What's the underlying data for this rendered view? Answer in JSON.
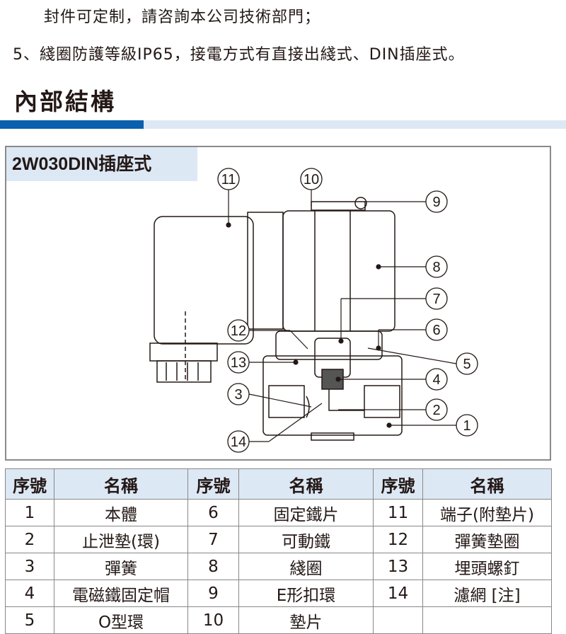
{
  "text": {
    "line1": "封件可定制，請咨詢本公司技術部門；",
    "line2": "5、綫圈防護等級IP65，接電方式有直接出綫式、DIN插座式。"
  },
  "section_title": "內部結構",
  "diagram": {
    "label": "2W030DIN插座式",
    "callouts": [
      "1",
      "2",
      "3",
      "4",
      "5",
      "6",
      "7",
      "8",
      "9",
      "10",
      "11",
      "12",
      "13",
      "14"
    ]
  },
  "table": {
    "headers": [
      "序號",
      "名稱",
      "序號",
      "名稱",
      "序號",
      "名稱"
    ],
    "rows": [
      [
        "1",
        "本體",
        "6",
        "固定鐵片",
        "11",
        "端子(附墊片)"
      ],
      [
        "2",
        "止泄墊(環)",
        "7",
        "可動鐵",
        "12",
        "彈簧墊圈"
      ],
      [
        "3",
        "彈簧",
        "8",
        "綫圈",
        "13",
        "埋頭螺釘"
      ],
      [
        "4",
        "電磁鐵固定帽",
        "9",
        "E形扣環",
        "14",
        "濾網 [注]"
      ],
      [
        "5",
        "O型環",
        "10",
        "墊片",
        "",
        ""
      ]
    ]
  },
  "colors": {
    "accent": "#0a5fae",
    "light": "#dde8f5"
  }
}
